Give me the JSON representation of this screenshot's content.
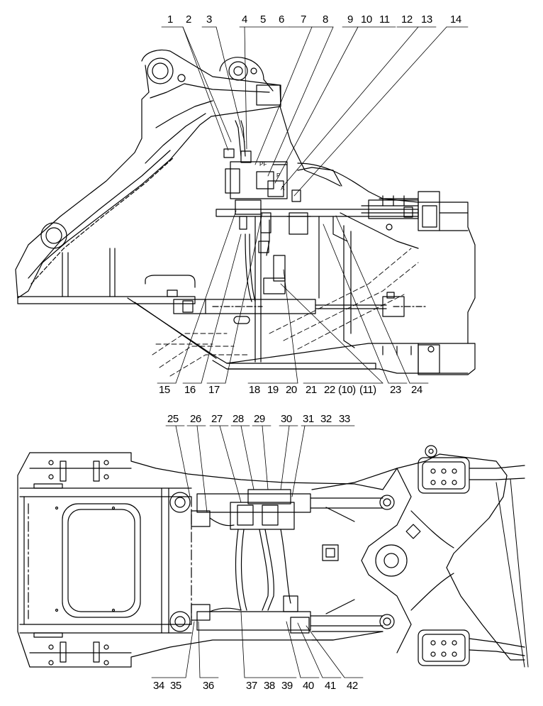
{
  "callouts_top": [
    {
      "id": "c1",
      "text": "1"
    },
    {
      "id": "c2",
      "text": "2"
    },
    {
      "id": "c3",
      "text": "3"
    },
    {
      "id": "c4",
      "text": "4"
    },
    {
      "id": "c5",
      "text": "5"
    },
    {
      "id": "c6",
      "text": "6"
    },
    {
      "id": "c7",
      "text": "7"
    },
    {
      "id": "c8",
      "text": "8"
    },
    {
      "id": "c9",
      "text": "9"
    },
    {
      "id": "c10",
      "text": "10"
    },
    {
      "id": "c11",
      "text": "11"
    },
    {
      "id": "c12",
      "text": "12"
    },
    {
      "id": "c13",
      "text": "13"
    },
    {
      "id": "c14",
      "text": "14"
    }
  ],
  "callouts_mid": [
    {
      "id": "c15",
      "text": "15"
    },
    {
      "id": "c16",
      "text": "16"
    },
    {
      "id": "c17",
      "text": "17"
    },
    {
      "id": "c18",
      "text": "18"
    },
    {
      "id": "c19",
      "text": "19"
    },
    {
      "id": "c20",
      "text": "20"
    },
    {
      "id": "c21",
      "text": "21"
    },
    {
      "id": "c22",
      "text": "22"
    },
    {
      "id": "c22a",
      "text": "(10)"
    },
    {
      "id": "c22b",
      "text": "(11)"
    },
    {
      "id": "c23",
      "text": "23"
    },
    {
      "id": "c24",
      "text": "24"
    }
  ],
  "callouts_plan_top": [
    {
      "id": "c25",
      "text": "25"
    },
    {
      "id": "c26",
      "text": "26"
    },
    {
      "id": "c27",
      "text": "27"
    },
    {
      "id": "c28",
      "text": "28"
    },
    {
      "id": "c29",
      "text": "29"
    },
    {
      "id": "c30",
      "text": "30"
    },
    {
      "id": "c31",
      "text": "31"
    },
    {
      "id": "c32",
      "text": "32"
    },
    {
      "id": "c33",
      "text": "33"
    }
  ],
  "callouts_bottom": [
    {
      "id": "c34",
      "text": "34"
    },
    {
      "id": "c35",
      "text": "35"
    },
    {
      "id": "c36",
      "text": "36"
    },
    {
      "id": "c37",
      "text": "37"
    },
    {
      "id": "c38",
      "text": "38"
    },
    {
      "id": "c39",
      "text": "39"
    },
    {
      "id": "c40",
      "text": "40"
    },
    {
      "id": "c41",
      "text": "41"
    },
    {
      "id": "c42",
      "text": "42"
    }
  ],
  "valve_marks": {
    "pf": "PF",
    "p": "P",
    "a": "A"
  }
}
